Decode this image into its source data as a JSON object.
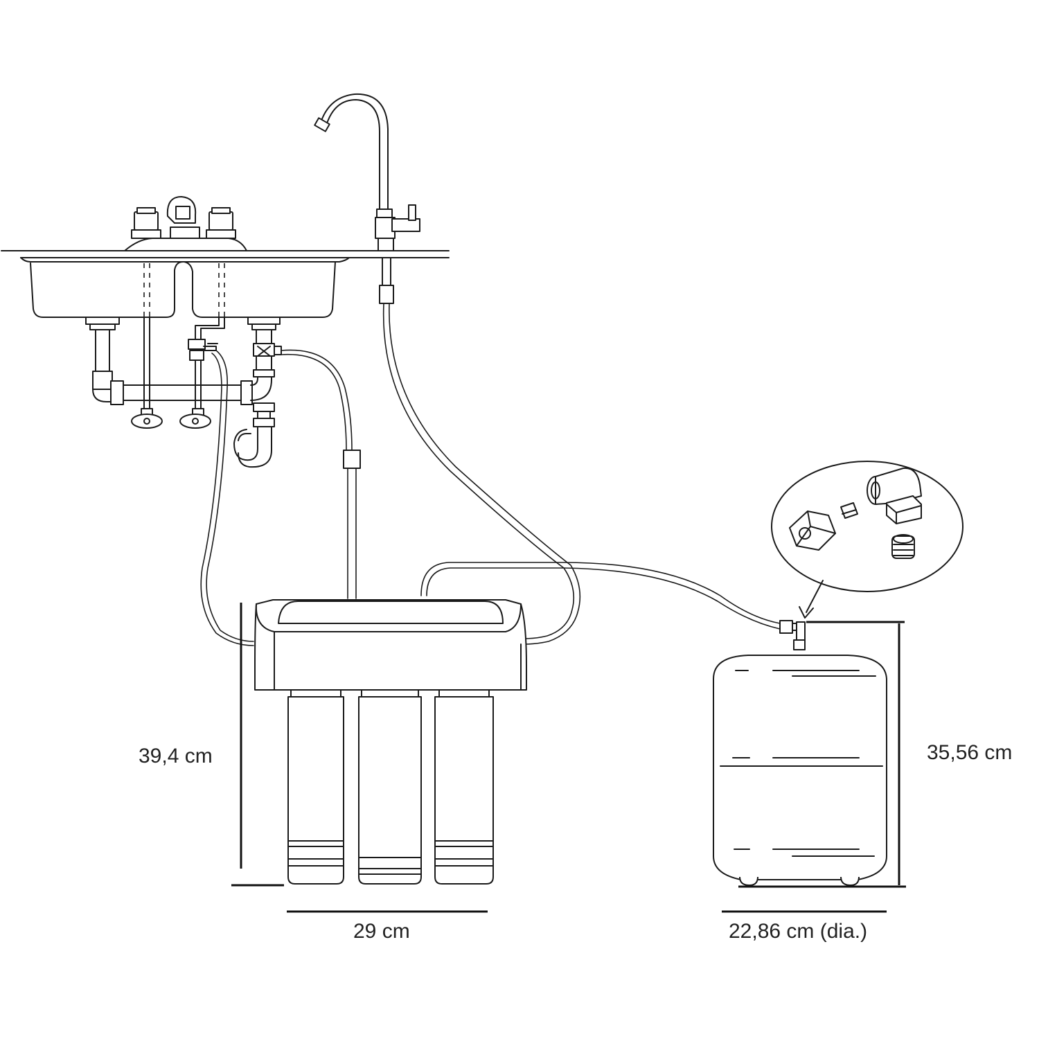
{
  "dimensions": {
    "system_height": "39,4 cm",
    "system_width": "29 cm",
    "tank_height": "35,56 cm",
    "tank_diameter": "22,86 cm (dia.)"
  }
}
